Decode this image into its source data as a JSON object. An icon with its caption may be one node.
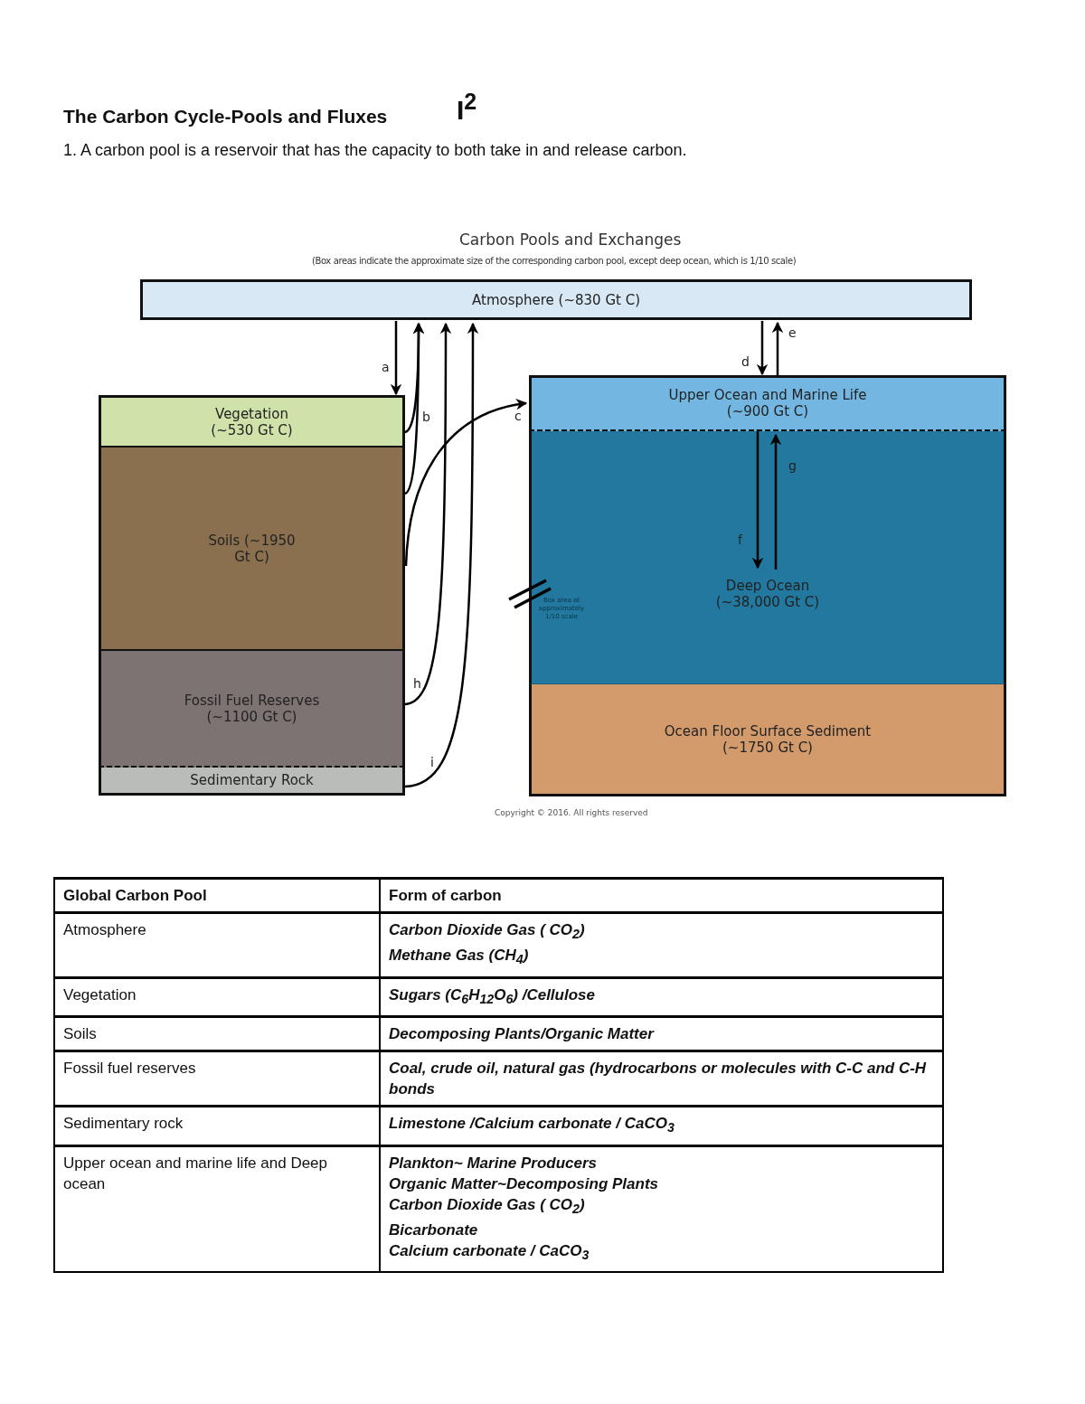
{
  "diagram": {
    "title": "The Carbon Cycle-Pools and Fluxes",
    "nodes": [
      {
        "text": [
          "Atmosphere (~830 Gt C)"
        ]
      },
      {
        "text": [
          "Vegetation (~530 Gt C)"
        ]
      },
      {
        "text": [
          "Soils (~1950 Gt C)"
        ]
      },
      {
        "text": [
          "Fossil Fuel Reserves (~1100 Gt C)"
        ]
      },
      {
        "text": [
          "Sedimentary Rock"
        ]
      },
      {
        "text": [
          "Upper Ocean and Marine Life (~900 Gt C)"
        ]
      },
      {
        "text": [
          "Deep Ocean (~38,000 Gt C)",
          "Box area at approximately 1/10 scale"
        ]
      },
      {
        "text": [
          "Ocean Floor Surface Sediment (~1750 Gt C)"
        ]
      }
    ],
    "edges": [
      {
        "from": 0,
        "to": 1,
        "arrow": "to",
        "label": "a"
      },
      {
        "from": 1,
        "to": 0,
        "arrow": "to",
        "label": "b"
      },
      {
        "from": 2,
        "to": 0,
        "arrow": "to"
      },
      {
        "from": 2,
        "to": 5,
        "arrow": "to",
        "label": "c"
      },
      {
        "from": 0,
        "to": 5,
        "arrow": "to",
        "label": "d"
      },
      {
        "from": 5,
        "to": 0,
        "arrow": "to",
        "label": "e"
      },
      {
        "from": 5,
        "to": 6,
        "arrow": "to",
        "label": "f"
      },
      {
        "from": 6,
        "to": 5,
        "arrow": "to",
        "label": "g"
      },
      {
        "from": 3,
        "to": 0,
        "arrow": "to",
        "label": "h"
      },
      {
        "from": 4,
        "to": 0,
        "arrow": "to",
        "label": "i"
      }
    ],
    "labels": [
      "I$^{2}$",
      "1. A carbon pool is a reservoir that has the capacity to both take in and release carbon.",
      "Carbon Pools and Exchanges",
      "(Box areas indicate the approximate size of the corresponding carbon pool, except deep ocean, which is 1/10 scale)",
      "Copyright © 2016. All rights reserved",
      "Global Carbon Pool",
      "Form of carbon",
      "Atmosphere",
      "Carbon Dioxide Gas ( CO$_{2}$)",
      "Methane Gas (CH$_{4}$)",
      "Vegetation",
      "Sugars (C$_{6}$H$_{12}$O$_{6}$) /Cellulose",
      "Soils",
      "Decomposing Plants/Organic Matter",
      "Fossil fuel reserves",
      "Coal, crude oil, natural gas (hydrocarbons or molecules with C-C and C-H bonds",
      "Sedimentary rock",
      "Limestone /Calcium carbonate / CaCO$_{3}$",
      "Upper ocean and marine life and Deep ocean",
      "Plankton~ Marine Producers",
      "Organic Matter~Decomposing Plants",
      "Carbon Dioxide Gas ( CO$_{2}$)",
      "Bicarbonate",
      "Calcium carbonate / CaCO$_{3}$"
    ]
  }
}
